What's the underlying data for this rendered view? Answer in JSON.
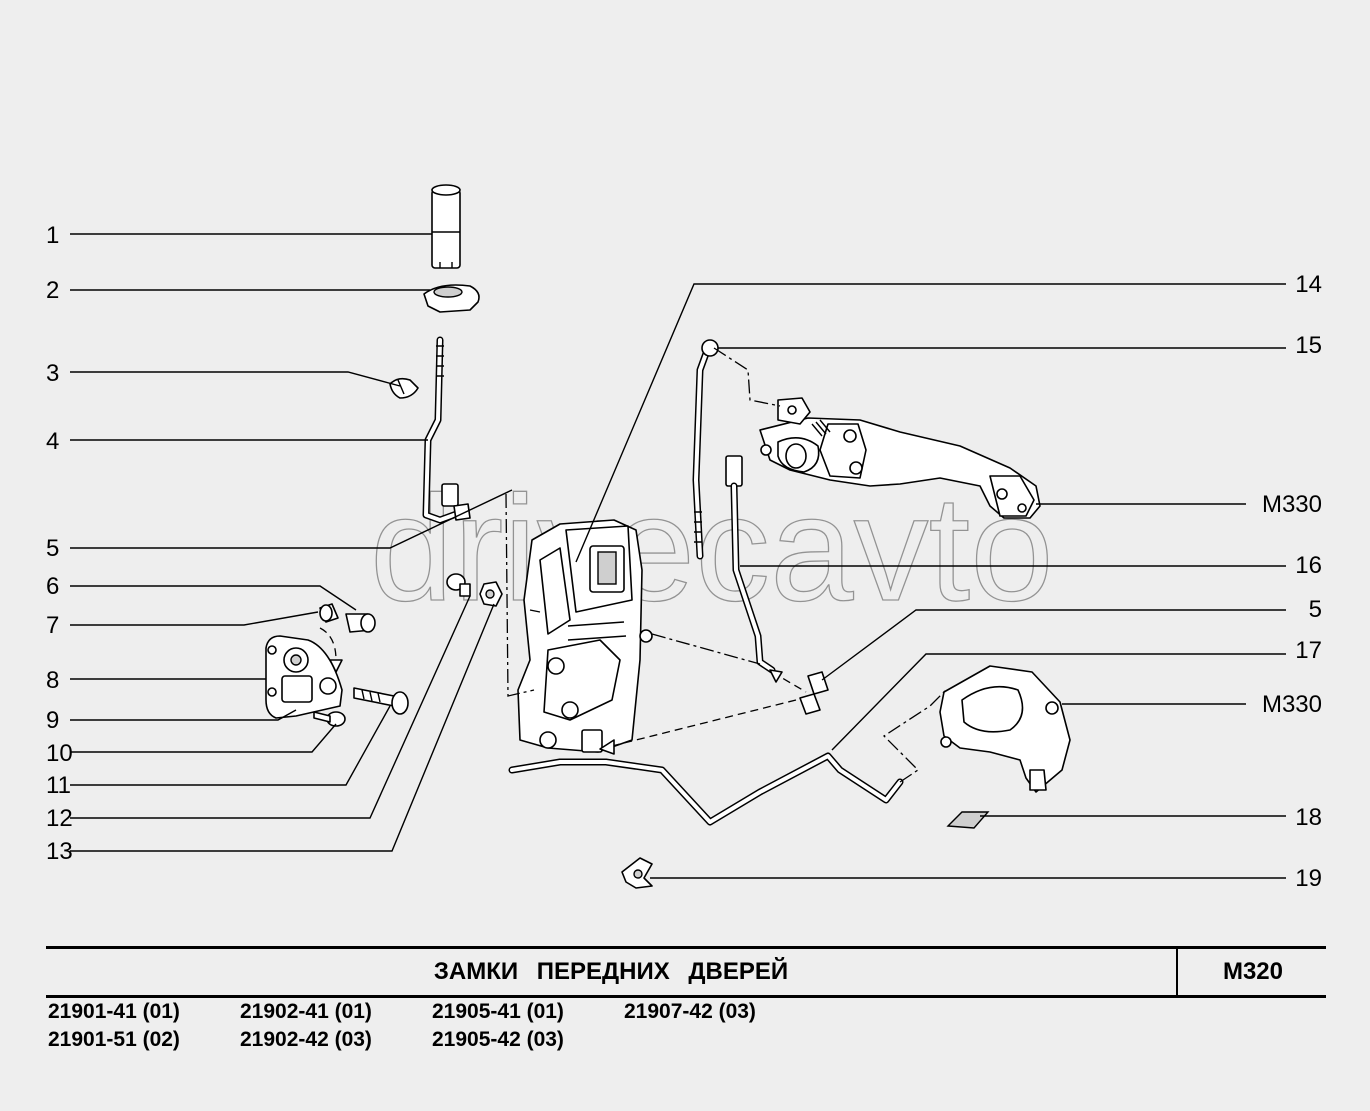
{
  "callouts_left": [
    "1",
    "2",
    "3",
    "4",
    "5",
    "6",
    "7",
    "8",
    "9",
    "10",
    "11",
    "12",
    "13"
  ],
  "callouts_right": [
    "14",
    "15",
    "M330",
    "16",
    "5",
    "17",
    "M330",
    "18",
    "19"
  ],
  "watermark": "drivecavto",
  "title": "ЗАМКИ   ПЕРЕДНИХ   ДВЕРЕЙ",
  "code": "M320",
  "models": {
    "col1": [
      "21901-41 (01)",
      "21901-51 (02)"
    ],
    "col2": [
      "21902-41 (01)",
      "21902-42 (03)"
    ],
    "col3": [
      "21905-41 (01)",
      "21905-42 (03)"
    ],
    "col4": [
      "21907-42 (03)"
    ]
  }
}
